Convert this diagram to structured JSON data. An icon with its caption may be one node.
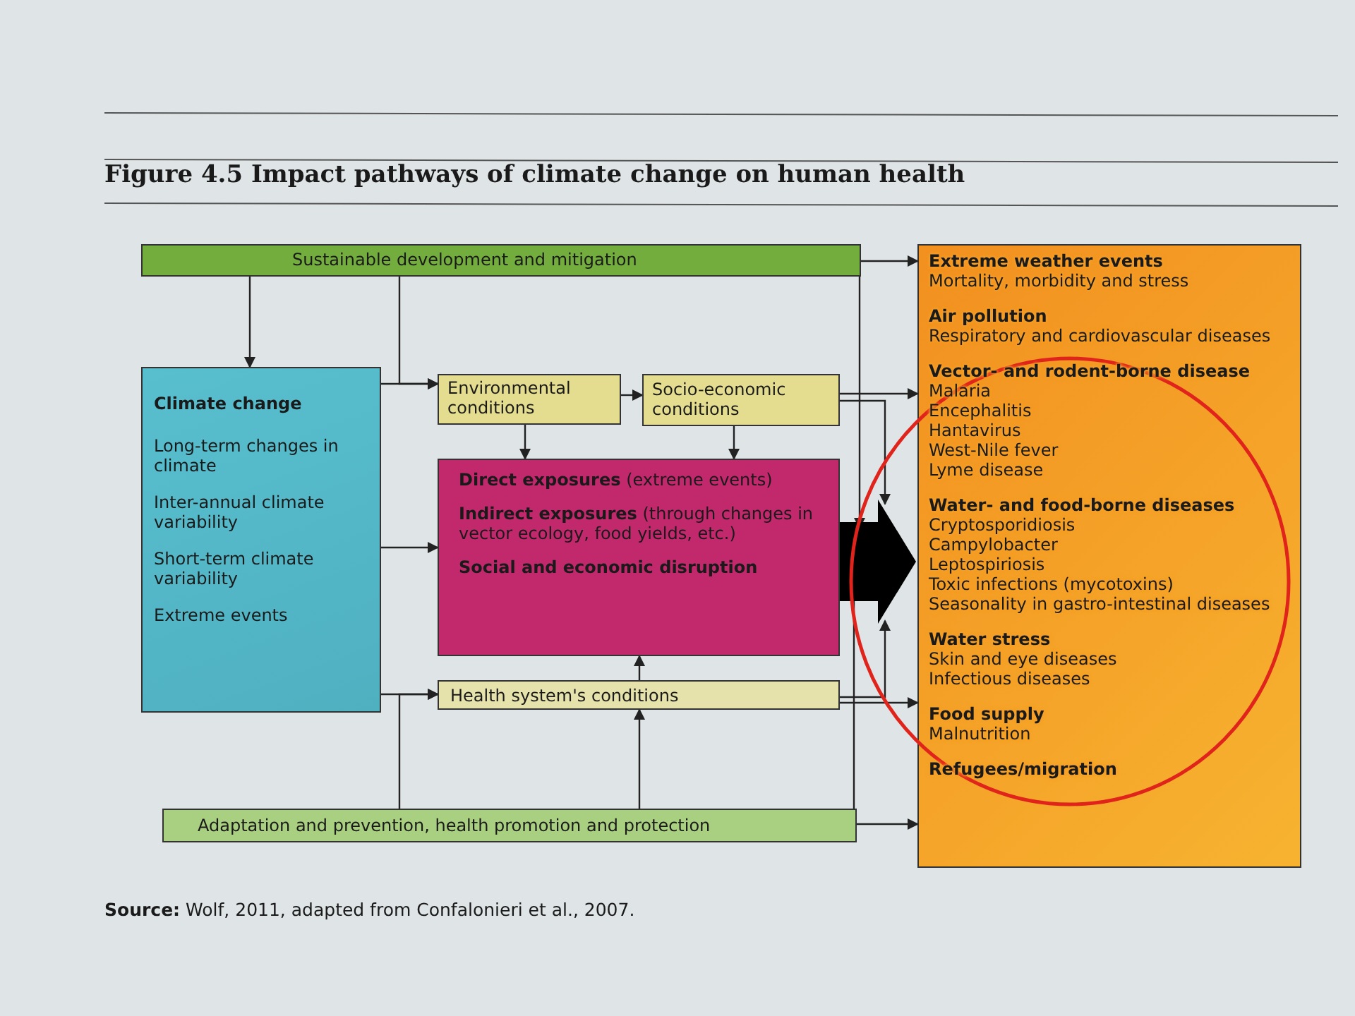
{
  "diagram": {
    "title": "Figure 4.5 Impact pathways of climate change on human health",
    "caption": "**Source:** Wolf, 2011, adapted from Confalonieri et al., 2007.",
    "nodes": [
      {
        "text": [
          "Sustainable development and mitigation"
        ]
      },
      {
        "text": [
          "Climate change",
          "Long-term changes in climate",
          "Inter-annual climate variability",
          "Short-term climate variability",
          "Extreme events"
        ]
      },
      {
        "text": [
          "Environmental conditions"
        ]
      },
      {
        "text": [
          "Socio-economic conditions"
        ]
      },
      {
        "text": [
          "**Direct exposures** (extreme events)",
          "**Indirect exposures** (through changes in vector ecology, food yields, etc.)",
          "Social and economic disruption"
        ]
      },
      {
        "text": [
          "Health system's conditions"
        ]
      },
      {
        "text": [
          "Adaptation and prevention, health promotion and protection"
        ]
      },
      {
        "text": [
          "Extreme weather events",
          "Mortality, morbidity and stress",
          "Air pollution",
          "Respiratory and cardiovascular diseases",
          "Vector- and rodent-borne disease",
          "Malaria",
          "Encephalitis",
          "Hantavirus",
          "West-Nile fever",
          "Lyme disease",
          "Water- and food-borne diseases",
          "Cryptosporidiosis",
          "Campylobacter",
          "Leptospiriosis",
          "Toxic infections (mycotoxins)",
          "Seasonality in gastro-intestinal diseases",
          "Water stress",
          "Skin and eye diseases",
          "Infectious diseases",
          "Food supply",
          "Malnutrition",
          "Refugees/migration"
        ]
      }
    ],
    "edges": [
      {
        "from": 0,
        "to": 1,
        "arrow": "to"
      },
      {
        "from": 0,
        "to": 2,
        "arrow": "to"
      },
      {
        "from": 0,
        "to": 7,
        "arrow": "to"
      },
      {
        "from": 0,
        "to": 4,
        "arrow": "to"
      },
      {
        "from": 1,
        "to": 2,
        "arrow": "to"
      },
      {
        "from": 2,
        "to": 3,
        "arrow": "to"
      },
      {
        "from": 3,
        "to": 7,
        "arrow": "to"
      },
      {
        "from": 3,
        "to": 7,
        "arrow": "to"
      },
      {
        "from": 2,
        "to": 4,
        "arrow": "to"
      },
      {
        "from": 3,
        "to": 4,
        "arrow": "to"
      },
      {
        "from": 1,
        "to": 4,
        "arrow": "to"
      },
      {
        "from": 1,
        "to": 5,
        "arrow": "to"
      },
      {
        "from": 5,
        "to": 4,
        "arrow": "to"
      },
      {
        "from": 5,
        "to": 7,
        "arrow": "to"
      },
      {
        "from": 5,
        "to": 7,
        "arrow": "to"
      },
      {
        "from": 6,
        "to": 5,
        "arrow": "to"
      },
      {
        "from": 6,
        "to": 5,
        "arrow": "to"
      },
      {
        "from": 6,
        "to": 7,
        "arrow": "to"
      },
      {
        "from": 6,
        "to": 4,
        "arrow": "to"
      },
      {
        "from": 4,
        "to": 7,
        "arrow": "to",
        "style": "thick"
      }
    ]
  }
}
